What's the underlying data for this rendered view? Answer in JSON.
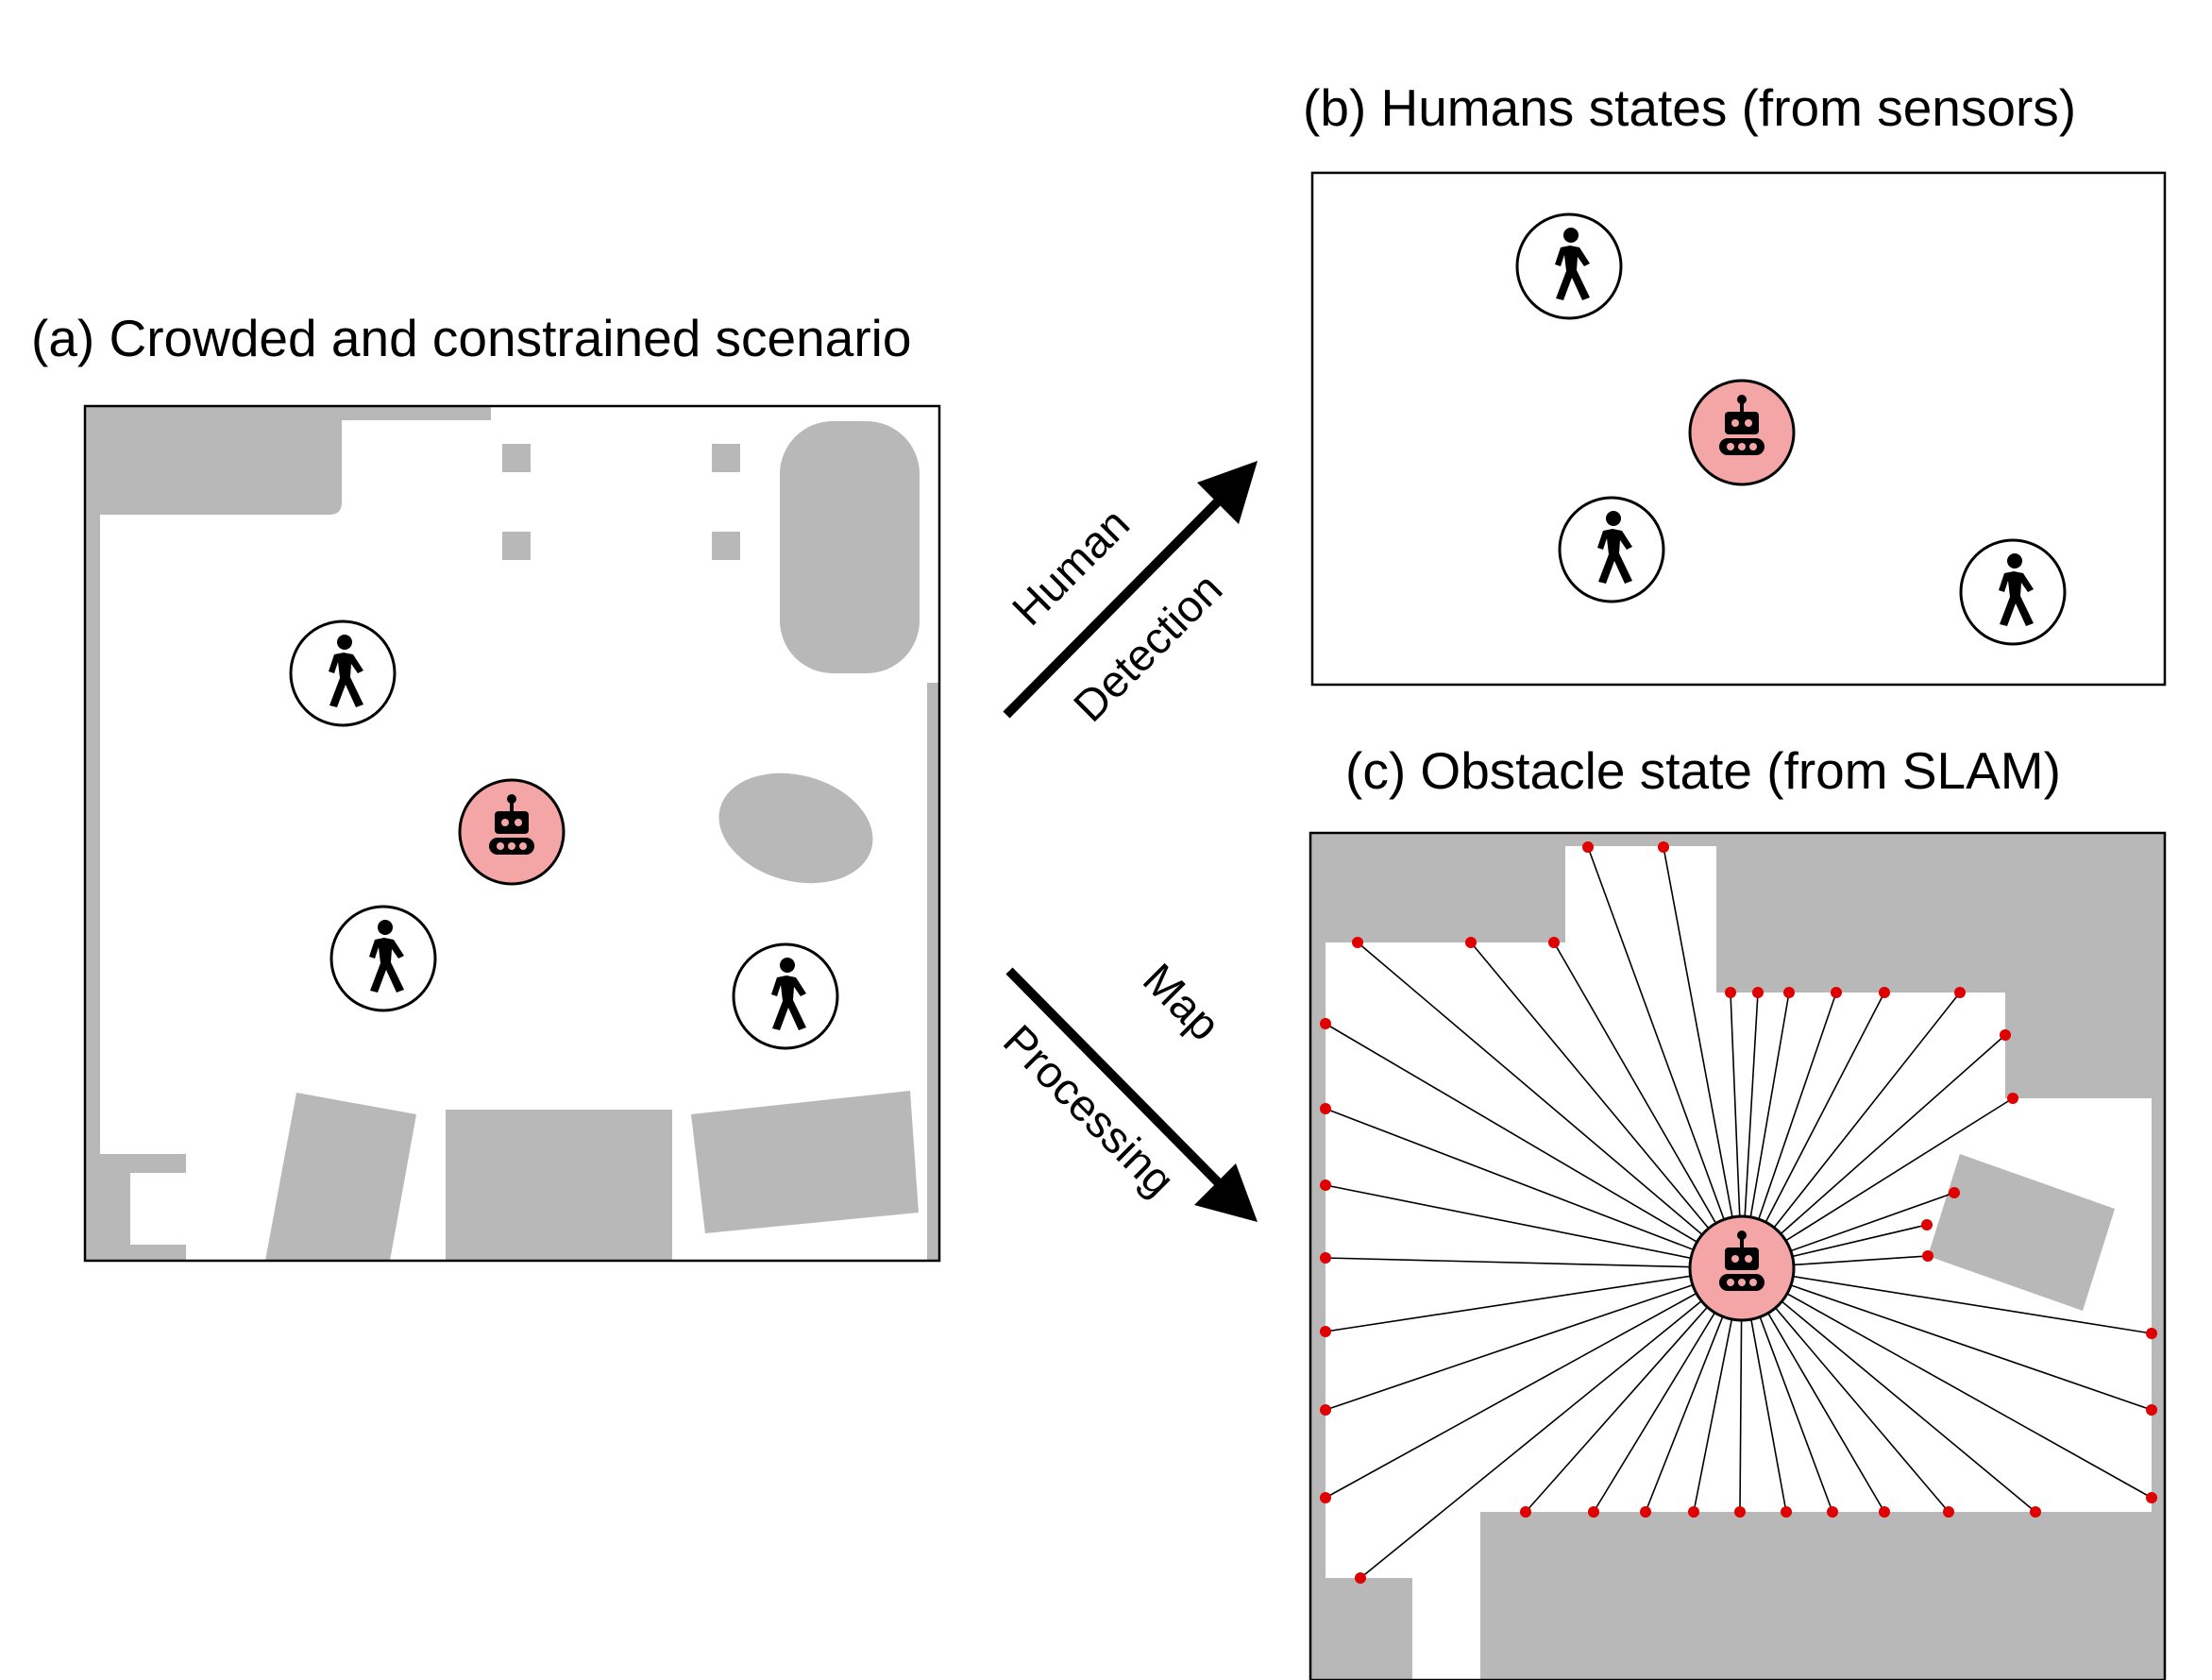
{
  "panels": {
    "a": {
      "title": "(a) Crowded and constrained scenario"
    },
    "b": {
      "title": "(b) Humans states (from sensors)"
    },
    "c": {
      "title": "(c) Obstacle state (from SLAM)"
    }
  },
  "arrows": {
    "detection": {
      "line1": "Human",
      "line2": "Detection"
    },
    "processing": {
      "line1": "Map",
      "line2": "Processing"
    }
  },
  "colors": {
    "obstacle": "#b8b8b8",
    "robot_fill": "#f4a6a6",
    "lidar_point": "#e00000",
    "panel_border": "#000000"
  },
  "icons": {
    "robot": "robot-icon",
    "pedestrian": "pedestrian-icon"
  }
}
